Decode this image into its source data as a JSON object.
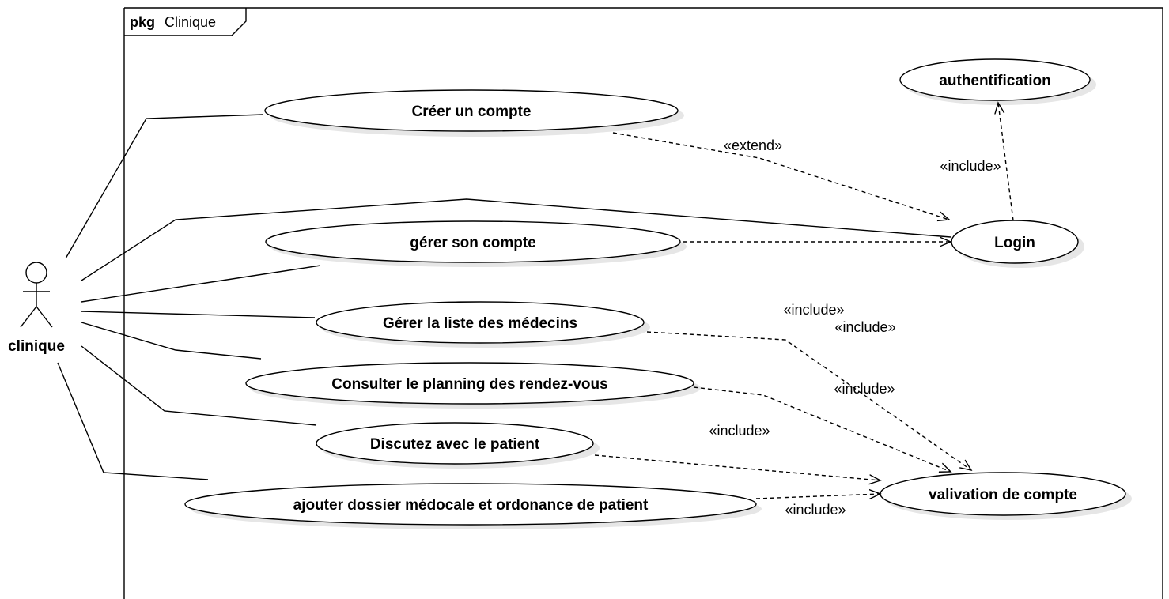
{
  "package": {
    "keyword": "pkg",
    "name": "Clinique"
  },
  "actor": {
    "name": "clinique"
  },
  "use_cases": {
    "creer_compte": "Créer un compte",
    "gerer_compte": "gérer son compte",
    "gerer_medecins": "Gérer la liste des médecins",
    "consulter_planning": "Consulter le planning des rendez-vous",
    "discutez_patient": "Discutez avec le patient",
    "ajouter_dossier": "ajouter dossier médocale et ordonance  de patient",
    "authentification": "authentification",
    "login": "Login",
    "validation": "valivation de compte"
  },
  "relationships": {
    "extend_label": "«extend»",
    "include_auth": "«include»",
    "include_medecins_a": "«include»",
    "include_medecins_b": "«include»",
    "include_planning": "«include»",
    "include_discutez": "«include»",
    "include_dossier": "«include»"
  }
}
